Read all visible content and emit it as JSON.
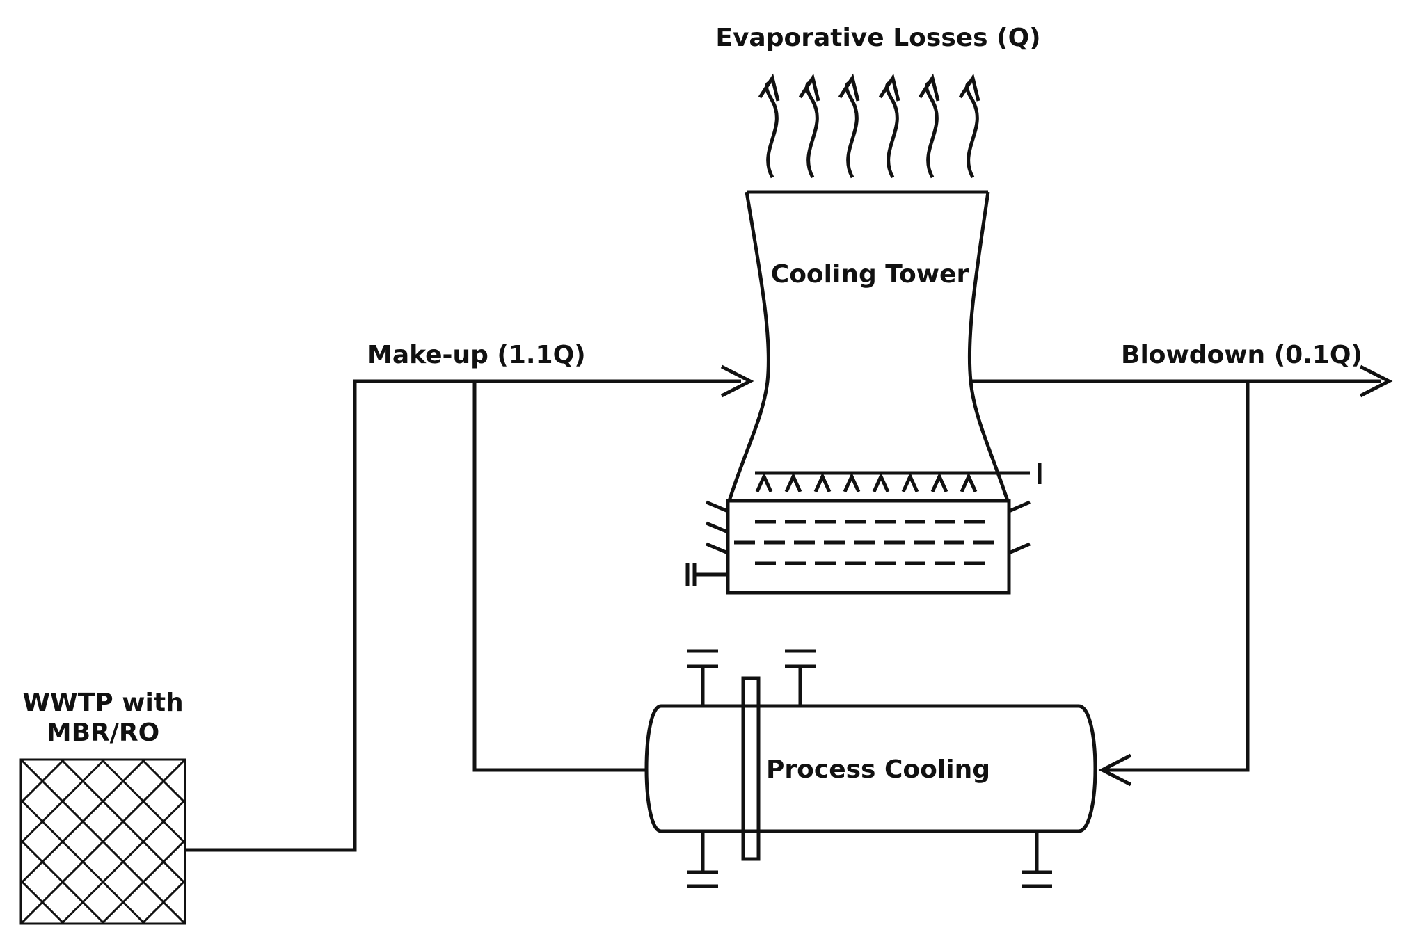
{
  "labels": {
    "evaporative_losses": "Evaporative Losses (Q)",
    "cooling_tower": "Cooling Tower",
    "make_up": "Make-up (1.1Q)",
    "blowdown": "Blowdown (0.1Q)",
    "wwtp_line1": "WWTP with",
    "wwtp_line2": "MBR/RO",
    "process_cooling": "Process Cooling"
  },
  "colors": {
    "line": "#111111",
    "background": "#ffffff"
  },
  "icons": [
    "evaporation-arrow-icon",
    "mesh-filter-icon",
    "heat-exchanger-icon",
    "cooling-tower-icon"
  ]
}
